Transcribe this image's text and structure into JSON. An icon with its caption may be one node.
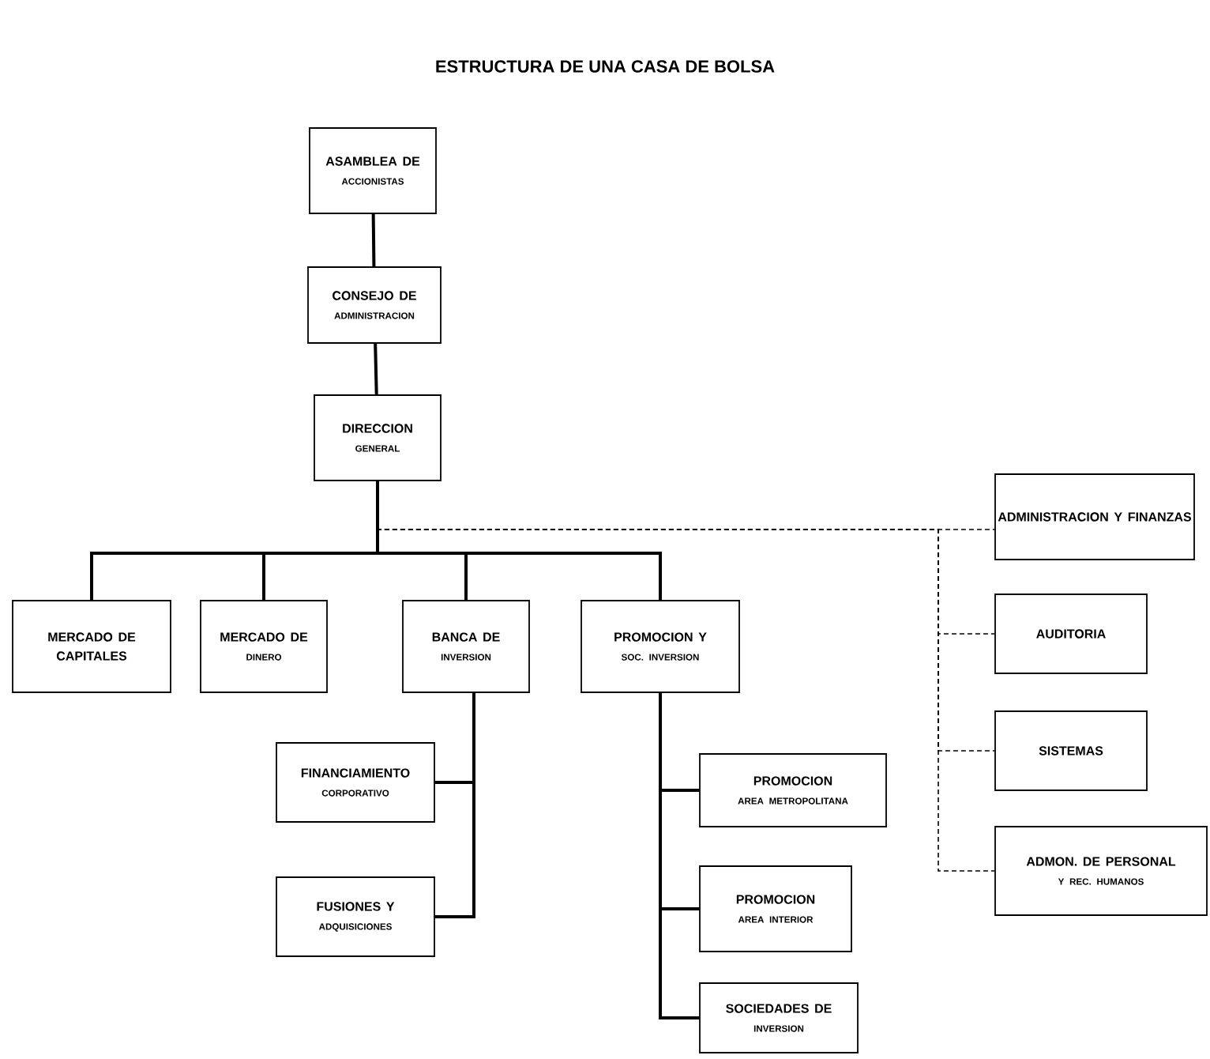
{
  "diagram": {
    "title": "ESTRUCTURA DE UNA CASA DE BOLSA",
    "nodes": [
      {
        "text": [
          "ASAMBLEA DE",
          "ACCIONISTAS"
        ]
      },
      {
        "text": [
          "CONSEJO DE",
          "ADMINISTRACION"
        ]
      },
      {
        "text": [
          "DIRECCION",
          "GENERAL"
        ]
      },
      {
        "text": [
          "MERCADO DE CAPITALES"
        ]
      },
      {
        "text": [
          "MERCADO DE",
          "DINERO"
        ]
      },
      {
        "text": [
          "BANCA DE",
          "INVERSION"
        ]
      },
      {
        "text": [
          "PROMOCION Y",
          "SOC. INVERSION"
        ]
      },
      {
        "text": [
          "FINANCIAMIENTO",
          "CORPORATIVO"
        ]
      },
      {
        "text": [
          "FUSIONES Y",
          "ADQUISICIONES"
        ]
      },
      {
        "text": [
          "PROMOCION",
          "AREA METROPOLITANA"
        ]
      },
      {
        "text": [
          "PROMOCION",
          "AREA INTERIOR"
        ]
      },
      {
        "text": [
          "SOCIEDADES DE",
          "INVERSION"
        ]
      },
      {
        "text": [
          "ADMINISTRACION Y FINANZAS"
        ]
      },
      {
        "text": [
          "AUDITORIA"
        ]
      },
      {
        "text": [
          "SISTEMAS"
        ]
      },
      {
        "text": [
          "ADMON. DE PERSONAL",
          "Y REC. HUMANOS"
        ]
      }
    ],
    "edges": [
      {
        "from": 0,
        "to": 1,
        "arrow": "none"
      },
      {
        "from": 1,
        "to": 2,
        "arrow": "none"
      },
      {
        "from": 2,
        "to": 3,
        "arrow": "none"
      },
      {
        "from": 2,
        "to": 4,
        "arrow": "none"
      },
      {
        "from": 2,
        "to": 5,
        "arrow": "none"
      },
      {
        "from": 2,
        "to": 6,
        "arrow": "none"
      },
      {
        "from": 5,
        "to": 7,
        "arrow": "none"
      },
      {
        "from": 5,
        "to": 8,
        "arrow": "none"
      },
      {
        "from": 6,
        "to": 9,
        "arrow": "none"
      },
      {
        "from": 6,
        "to": 10,
        "arrow": "none"
      },
      {
        "from": 6,
        "to": 11,
        "arrow": "none"
      },
      {
        "from": 2,
        "to": 12,
        "arrow": "none",
        "style": "dashed"
      },
      {
        "from": 2,
        "to": 13,
        "arrow": "none",
        "style": "dashed"
      },
      {
        "from": 2,
        "to": 14,
        "arrow": "none",
        "style": "dashed"
      },
      {
        "from": 2,
        "to": 15,
        "arrow": "none",
        "style": "dashed"
      }
    ]
  }
}
